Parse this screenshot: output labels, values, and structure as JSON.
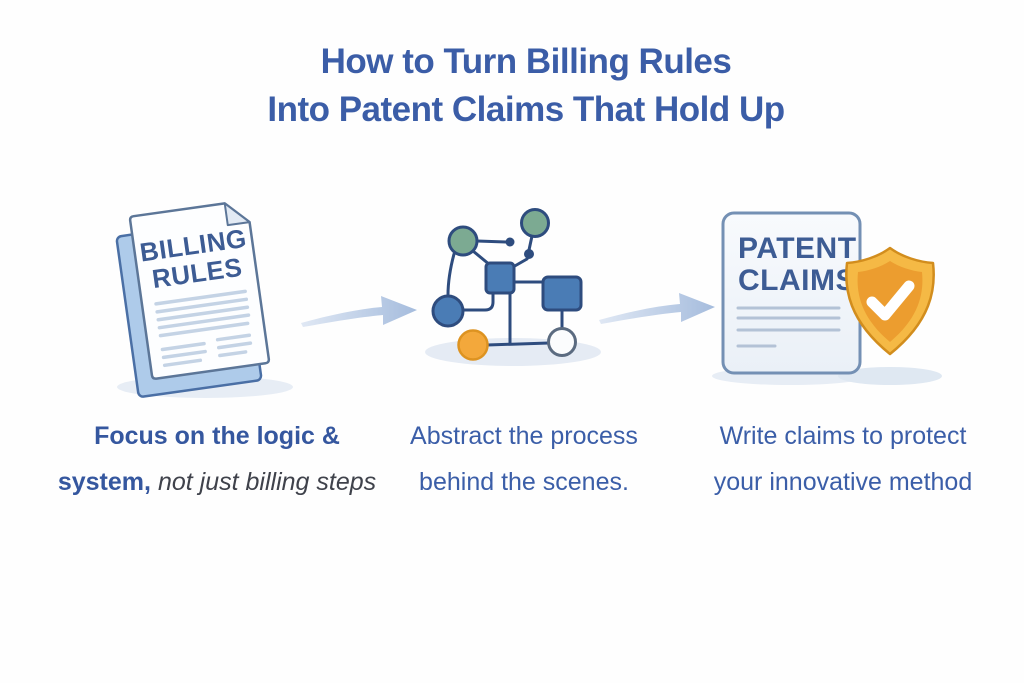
{
  "title": {
    "line1": "How to Turn Billing Rules",
    "line2": "Into Patent Claims That Hold Up"
  },
  "steps": [
    {
      "icon": "billing-rules-document",
      "doc_label": {
        "line1": "BILLING",
        "line2": "RULES"
      },
      "caption": {
        "line1": "Focus on the logic &",
        "line2_emphasis": "system,",
        "line2_rest": "not just billing steps"
      }
    },
    {
      "icon": "process-flowchart",
      "caption": {
        "line1": "Abstract the process",
        "line2": "behind the scenes."
      }
    },
    {
      "icon": "patent-claims-document-with-shield",
      "doc_label": {
        "line1": "PATENT",
        "line2": "CLAIMS"
      },
      "caption": {
        "line1": "Write claims to protect",
        "line2": "your innovative method"
      }
    }
  ],
  "colors": {
    "background": "#FEFEFE",
    "title_text": "#3B5DA7",
    "caption_text": "#3B5EA8",
    "caption_emphasis": "#35579F",
    "caption_muted_italic": "#3F424B",
    "doc_label_text": "#3D5C94",
    "doc_outline": "#5C7698",
    "doc_back_cover": "#AECBEA",
    "doc_text_lines": "#C4D3E5",
    "right_doc_outline": "#7490B4",
    "flow_outline": "#2E4C7E",
    "flow_node_blue": "#4A7CB5",
    "flow_node_green": "#7CAA92",
    "flow_node_orange": "#F3A83B",
    "flow_node_white": "#FBFCFD",
    "shield_gold": "#F5B945",
    "shield_orange": "#EC9D2F",
    "shield_check": "#FFFFFF",
    "arrow_gradient_start": "#E0E8F4",
    "arrow_gradient_end": "#A5BCDD",
    "shadow": "#E7EDF5"
  }
}
